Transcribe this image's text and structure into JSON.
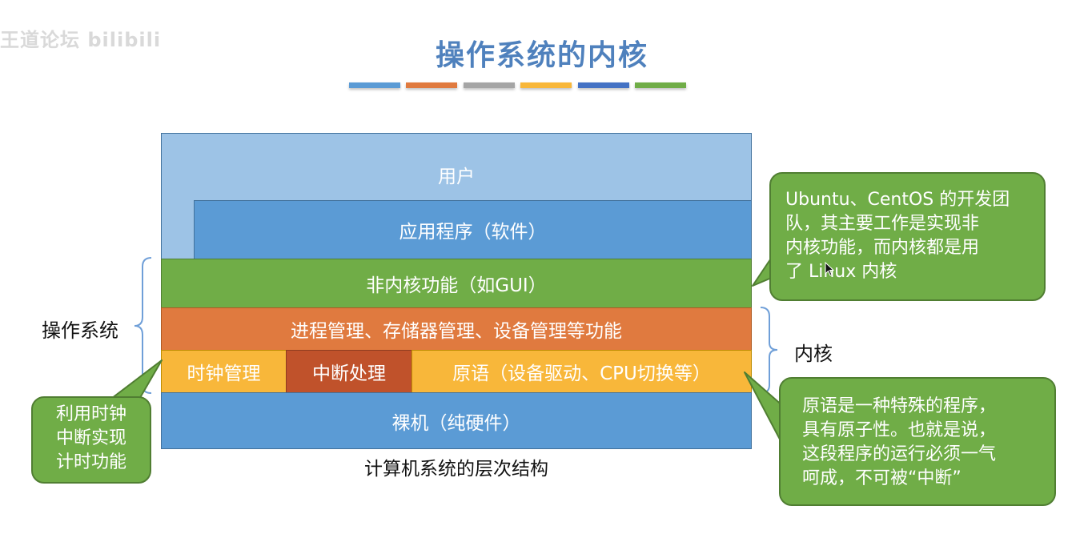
{
  "watermark": "王道论坛 bilibili",
  "title": "操作系统的内核",
  "title_stripes": [
    "#5b9bd5",
    "#e07a3f",
    "#a5a5a5",
    "#f8b73a",
    "#4472c4",
    "#70ad47"
  ],
  "layers": {
    "user": "用户",
    "app": "应用程序（软件）",
    "non_kernel": "非内核功能（如GUI）",
    "kernel_mgmt": "进程管理、存储器管理、设备管理等功能",
    "clock": "时钟管理",
    "interrupt": "中断处理",
    "primitive": "原语（设备驱动、CPU切换等）",
    "hardware": "裸机（纯硬件）"
  },
  "caption": "计算机系统的层次结构",
  "labels": {
    "os": "操作系统",
    "kernel": "内核"
  },
  "callouts": {
    "top": [
      "Ubuntu、CentOS 的开发团",
      "队，其主要工作是实现非",
      "内核功能，而内核都是用",
      "了 Linux 内核"
    ],
    "right": [
      "原语是一种特殊的程序，",
      "具有原子性。也就是说，",
      "这段程序的运行必须一气",
      "呵成，不可被“中断”"
    ],
    "left": [
      "利用时钟",
      "中断实现",
      "计时功能"
    ]
  },
  "colors": {
    "accent_title": "#4f81bd",
    "callout_green": "#70ad47",
    "brace_blue": "#6f9fd8"
  }
}
